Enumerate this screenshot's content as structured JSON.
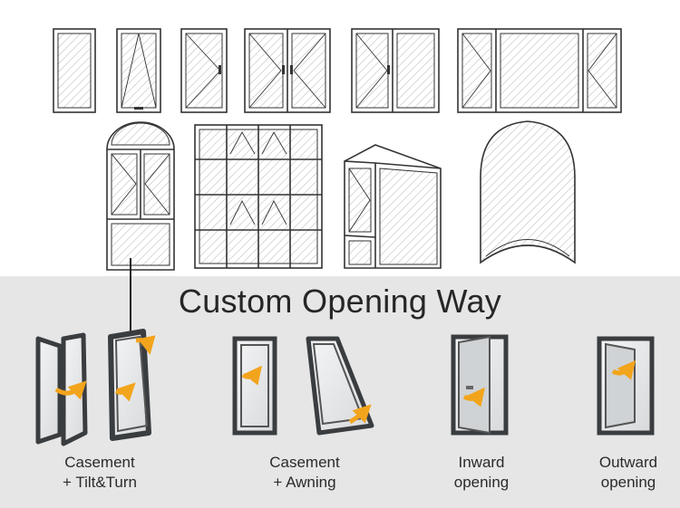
{
  "heading": "Custom Opening Way",
  "options": [
    {
      "line1": "Casement",
      "line2": "+ Tilt&Turn"
    },
    {
      "line1": "Casement",
      "line2": "+ Awning"
    },
    {
      "line1": "Inward",
      "line2": "opening"
    },
    {
      "line1": "Outward",
      "line2": "opening"
    }
  ],
  "colors": {
    "panel": "#e6e6e6",
    "frame": "#3a3d40",
    "arrow": "#f2a41c",
    "line": "#333333"
  }
}
